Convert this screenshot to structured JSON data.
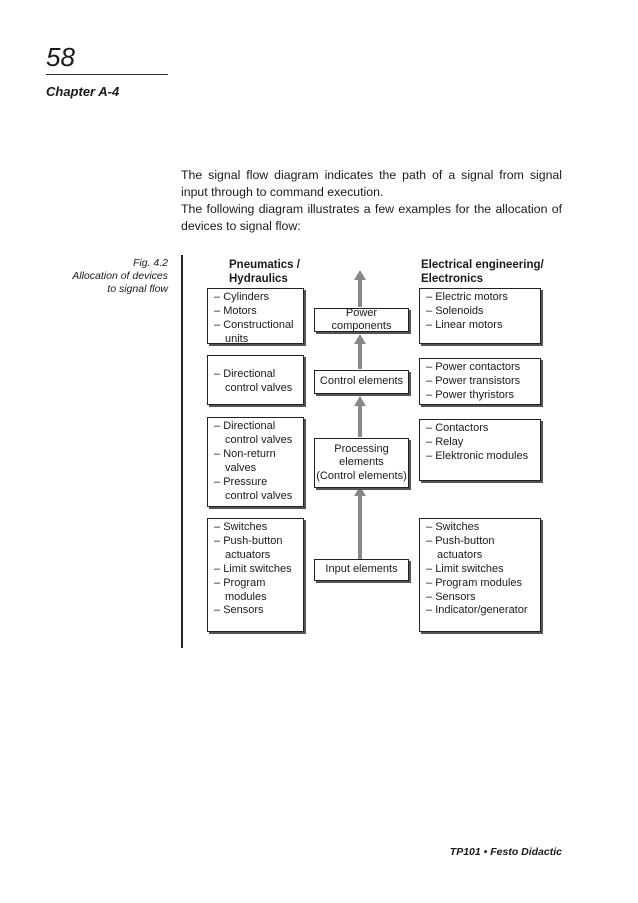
{
  "page_number": "58",
  "chapter": "Chapter A-4",
  "paragraphs": [
    "The signal flow diagram indicates the path of a signal from signal input through to command execution.",
    "The following diagram illustrates a few examples for the allocation of devices to signal flow:"
  ],
  "figure": {
    "number": "Fig. 4.2",
    "caption_lines": [
      "Allocation of devices",
      "to signal flow"
    ]
  },
  "diagram": {
    "left_heading": [
      "Pneumatics /",
      "Hydraulics"
    ],
    "right_heading": [
      "Electrical engineering/",
      "Electronics"
    ],
    "rows": [
      {
        "center": [
          "Power components"
        ],
        "left": [
          "Cylinders",
          "Motors",
          "Constructional units"
        ],
        "right": [
          "Electric motors",
          "Solenoids",
          "Linear motors"
        ]
      },
      {
        "center": [
          "Control elements"
        ],
        "left": [
          "Directional control valves"
        ],
        "right": [
          "Power contactors",
          "Power transistors",
          "Power thyristors"
        ]
      },
      {
        "center": [
          "Processing",
          "elements",
          "(Control elements)"
        ],
        "left": [
          "Directional control valves",
          "Non-return valves",
          "Pressure control valves"
        ],
        "right": [
          "Contactors",
          "Relay",
          "Elektronic modules"
        ]
      },
      {
        "center": [
          "Input elements"
        ],
        "left": [
          "Switches",
          "Push-button actuators",
          "Limit switches",
          "Program modules",
          "Sensors"
        ],
        "right": [
          "Switches",
          "Push-button actuators",
          "Limit switches",
          "Program modules",
          "Sensors",
          "Indicator/generator"
        ]
      }
    ]
  },
  "footer": "TP101 • Festo Didactic"
}
